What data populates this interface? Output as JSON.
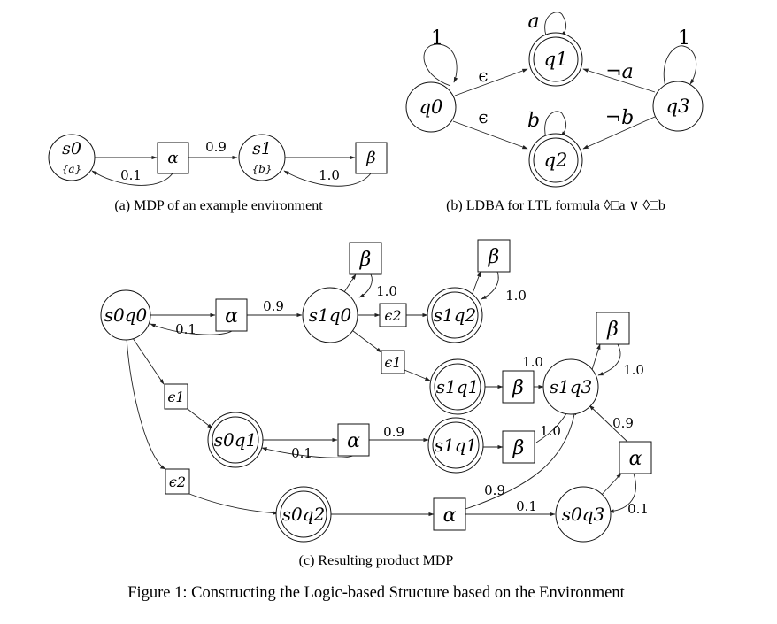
{
  "figure": {
    "caption": "Figure 1: Constructing the Logic-based Structure based on the Environment"
  },
  "panel_a": {
    "caption": "(a) MDP of an example environment",
    "states": [
      {
        "id": "s0",
        "label": "s0",
        "sub": "{a}"
      },
      {
        "id": "s1",
        "label": "s1",
        "sub": "{b}"
      }
    ],
    "actions": [
      {
        "id": "alpha",
        "label": "α"
      },
      {
        "id": "beta",
        "label": "β"
      }
    ],
    "edges": [
      {
        "from": "s0",
        "to": "alpha",
        "label": ""
      },
      {
        "from": "alpha",
        "to": "s1",
        "label": "0.9"
      },
      {
        "from": "alpha",
        "to": "s0",
        "label": "0.1"
      },
      {
        "from": "s1",
        "to": "beta",
        "label": ""
      },
      {
        "from": "beta",
        "to": "s1",
        "label": "1.0"
      }
    ]
  },
  "panel_b": {
    "caption": "(b) LDBA for LTL formula ◊□a ∨ ◊□b",
    "states": [
      {
        "id": "q0",
        "label": "q0",
        "accepting": false
      },
      {
        "id": "q1",
        "label": "q1",
        "accepting": true
      },
      {
        "id": "q2",
        "label": "q2",
        "accepting": true
      },
      {
        "id": "q3",
        "label": "q3",
        "accepting": false
      }
    ],
    "edges": [
      {
        "from": "q0",
        "to": "q0",
        "label": "1"
      },
      {
        "from": "q0",
        "to": "q1",
        "label": "ϵ"
      },
      {
        "from": "q0",
        "to": "q2",
        "label": "ϵ"
      },
      {
        "from": "q1",
        "to": "q1",
        "label": "a"
      },
      {
        "from": "q2",
        "to": "q2",
        "label": "b"
      },
      {
        "from": "q3",
        "to": "q3",
        "label": "1"
      },
      {
        "from": "q3",
        "to": "q1",
        "label": "¬a"
      },
      {
        "from": "q3",
        "to": "q2",
        "label": "¬b"
      }
    ]
  },
  "panel_c": {
    "caption": "(c) Resulting product MDP",
    "states": [
      {
        "id": "s0q0",
        "label": "s0q0",
        "accepting": false
      },
      {
        "id": "s1q0",
        "label": "s1q0",
        "accepting": false
      },
      {
        "id": "s1q2",
        "label": "s1q2",
        "accepting": true
      },
      {
        "id": "s1q1a",
        "label": "s1q1",
        "accepting": true
      },
      {
        "id": "s1q3",
        "label": "s1q3",
        "accepting": false
      },
      {
        "id": "s0q1",
        "label": "s0q1",
        "accepting": true
      },
      {
        "id": "s1q1b",
        "label": "s1q1",
        "accepting": true
      },
      {
        "id": "s0q2",
        "label": "s0q2",
        "accepting": true
      },
      {
        "id": "s0q3",
        "label": "s0q3",
        "accepting": false
      }
    ],
    "actions": [
      {
        "id": "a1",
        "label": "α"
      },
      {
        "id": "b1",
        "label": "β"
      },
      {
        "id": "b2",
        "label": "β"
      },
      {
        "id": "b3",
        "label": "β"
      },
      {
        "id": "b4",
        "label": "β"
      },
      {
        "id": "a2",
        "label": "α"
      },
      {
        "id": "b5",
        "label": "β"
      },
      {
        "id": "a3",
        "label": "α"
      },
      {
        "id": "a4",
        "label": "α"
      },
      {
        "id": "e1",
        "label": "ϵ1"
      },
      {
        "id": "e2",
        "label": "ϵ2"
      },
      {
        "id": "e3",
        "label": "ϵ2"
      },
      {
        "id": "e4",
        "label": "ϵ1"
      }
    ],
    "edges": [
      {
        "from": "s0q0",
        "to": "a1",
        "label": ""
      },
      {
        "from": "a1",
        "to": "s1q0",
        "label": "0.9"
      },
      {
        "from": "a1",
        "to": "s0q0",
        "label": "0.1"
      },
      {
        "from": "s1q0",
        "to": "b1",
        "label": ""
      },
      {
        "from": "b1",
        "to": "s1q0",
        "label": "1.0"
      },
      {
        "from": "s1q0",
        "to": "e3",
        "label": ""
      },
      {
        "from": "e3",
        "to": "s1q2",
        "label": ""
      },
      {
        "from": "s1q2",
        "to": "b2",
        "label": ""
      },
      {
        "from": "b2",
        "to": "s1q2",
        "label": "1.0"
      },
      {
        "from": "s1q0",
        "to": "e4",
        "label": ""
      },
      {
        "from": "e4",
        "to": "s1q1a",
        "label": ""
      },
      {
        "from": "s1q1a",
        "to": "b3",
        "label": ""
      },
      {
        "from": "b3",
        "to": "s1q3",
        "label": "1.0"
      },
      {
        "from": "s1q3",
        "to": "b4",
        "label": ""
      },
      {
        "from": "b4",
        "to": "s1q3",
        "label": "1.0"
      },
      {
        "from": "s0q0",
        "to": "e1",
        "label": ""
      },
      {
        "from": "e1",
        "to": "s0q1",
        "label": ""
      },
      {
        "from": "s0q1",
        "to": "a2",
        "label": ""
      },
      {
        "from": "a2",
        "to": "s1q1b",
        "label": "0.9"
      },
      {
        "from": "a2",
        "to": "s0q1",
        "label": "0.1"
      },
      {
        "from": "s1q1b",
        "to": "b5",
        "label": ""
      },
      {
        "from": "b5",
        "to": "s1q3",
        "label": "1.0"
      },
      {
        "from": "s0q0",
        "to": "e2",
        "label": ""
      },
      {
        "from": "e2",
        "to": "s0q2",
        "label": ""
      },
      {
        "from": "s0q2",
        "to": "a3",
        "label": ""
      },
      {
        "from": "a3",
        "to": "s1q3",
        "label": "0.9"
      },
      {
        "from": "a3",
        "to": "s0q3",
        "label": "0.1"
      },
      {
        "from": "s0q3",
        "to": "a4",
        "label": ""
      },
      {
        "from": "a4",
        "to": "s1q3",
        "label": "0.9"
      },
      {
        "from": "a4",
        "to": "s0q3",
        "label": "0.1"
      }
    ]
  }
}
